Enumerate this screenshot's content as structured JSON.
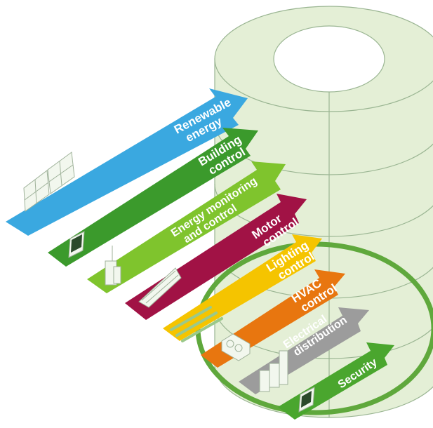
{
  "diagram": {
    "arrows": [
      {
        "id": "renewable",
        "lines": [
          "Renewable",
          "energy"
        ],
        "color": "#3aa8e0"
      },
      {
        "id": "building",
        "lines": [
          "Building",
          "control"
        ],
        "color": "#3b9a2c"
      },
      {
        "id": "energy-monitoring",
        "lines": [
          "Energy monitoring",
          "and control"
        ],
        "color": "#7fc42d"
      },
      {
        "id": "motor",
        "lines": [
          "Motor",
          "control"
        ],
        "color": "#a11245"
      },
      {
        "id": "lighting",
        "lines": [
          "Lighting",
          "control"
        ],
        "color": "#f5c400"
      },
      {
        "id": "hvac",
        "lines": [
          "HVAC",
          "control"
        ],
        "color": "#e8760f"
      },
      {
        "id": "electrical",
        "lines": [
          "Electrical",
          "distribution"
        ],
        "color": "#9c9c9c"
      },
      {
        "id": "security",
        "lines": [
          "Security"
        ],
        "color": "#4aa62e"
      }
    ],
    "colors": {
      "tower_fill": "#e4efd6",
      "tower_stroke": "#9ab592",
      "ring": "#5fa83c",
      "device": "#f2f7ee",
      "device_stroke": "#9fb29a"
    }
  }
}
